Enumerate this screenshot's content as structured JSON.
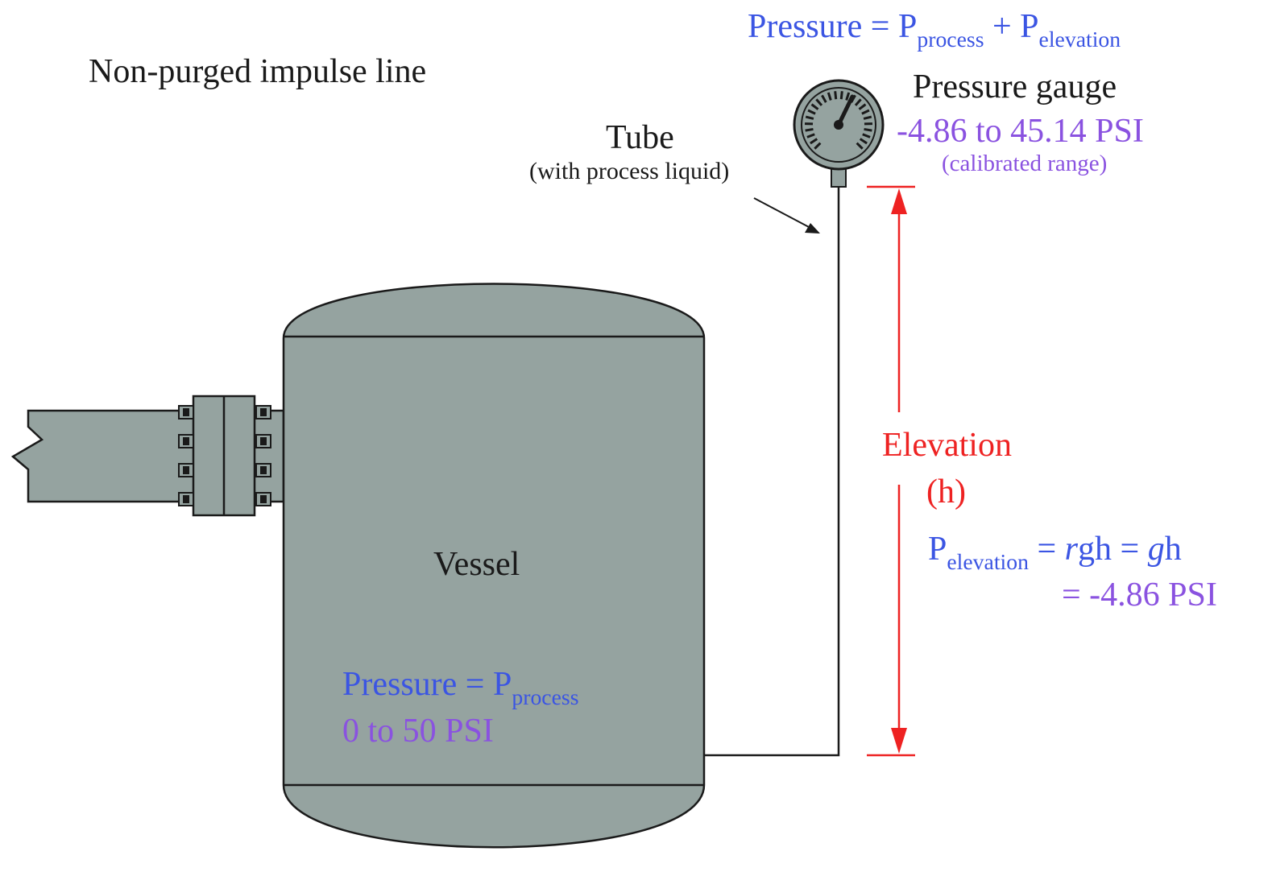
{
  "title": "Non-purged impulse line",
  "tube": {
    "label": "Tube",
    "sublabel": "(with process liquid)"
  },
  "gauge": {
    "formula": {
      "lhs": "Pressure = P",
      "sub1": "process",
      "mid": " + P",
      "sub2": "elevation"
    },
    "label": "Pressure gauge",
    "range": "-4.86 to 45.14 PSI",
    "range_note": "(calibrated range)"
  },
  "vessel": {
    "label": "Vessel",
    "pressure": {
      "lhs": "Pressure = P",
      "sub": "process"
    },
    "range": "0 to 50 PSI"
  },
  "elevation": {
    "label": "Elevation",
    "symbol": "(h)",
    "formula": {
      "p": "P",
      "sub": "elevation",
      "eq1": " = ",
      "rho": "r",
      "gh1": "gh = ",
      "gamma": "g",
      "gh2": "h",
      "result": "= -4.86 PSI"
    }
  },
  "colors": {
    "vessel_fill": "#95a3a0",
    "outline": "#1a1a1a",
    "formula_blue": "#3b55e3",
    "value_purple": "#8a52e0",
    "dimension_red": "#ee2222"
  }
}
